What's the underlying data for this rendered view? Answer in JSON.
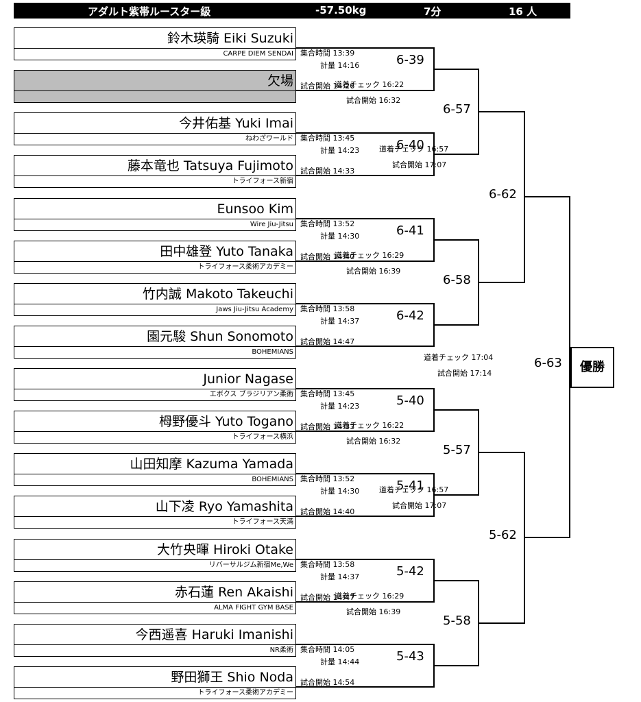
{
  "header": {
    "division": "アダルト紫帯ルースター級",
    "weight": "-57.50kg",
    "time": "7分",
    "count": "16 人"
  },
  "competitors": [
    {
      "name": "鈴木瑛騎 Eiki Suzuki",
      "team": "CARPE DIEM SENDAI",
      "bye": false
    },
    {
      "name": "欠場",
      "team": "",
      "bye": true
    },
    {
      "name": "今井佑基 Yuki Imai",
      "team": "ねわざワールド",
      "bye": false
    },
    {
      "name": "藤本竜也 Tatsuya Fujimoto",
      "team": "トライフォース新宿",
      "bye": false
    },
    {
      "name": "Eunsoo Kim",
      "team": "Wire Jiu-Jitsu",
      "bye": false
    },
    {
      "name": "田中雄登 Yuto Tanaka",
      "team": "トライフォース柔術アカデミー",
      "bye": false
    },
    {
      "name": "竹内誠 Makoto Takeuchi",
      "team": "Jaws Jiu-Jitsu Academy",
      "bye": false
    },
    {
      "name": "園元駿 Shun Sonomoto",
      "team": "BOHEMIANS",
      "bye": false
    },
    {
      "name": "Junior Nagase",
      "team": "エボクス ブラジリアン柔術",
      "bye": false
    },
    {
      "name": "栂野優斗 Yuto Togano",
      "team": "トライフォース横浜",
      "bye": false
    },
    {
      "name": "山田知摩 Kazuma Yamada",
      "team": "BOHEMIANS",
      "bye": false
    },
    {
      "name": "山下凌 Ryo Yamashita",
      "team": "トライフォース天満",
      "bye": false
    },
    {
      "name": "大竹央暉 Hiroki Otake",
      "team": "リバーサルジム新宿Me,We",
      "bye": false
    },
    {
      "name": "赤石蓮 Ren Akaishi",
      "team": "ALMA FIGHT GYM BASE",
      "bye": false
    },
    {
      "name": "今西遥喜 Haruki Imanishi",
      "team": "NR柔術",
      "bye": false
    },
    {
      "name": "野田獅王 Shio Noda",
      "team": "トライフォース柔術アカデミー",
      "bye": false
    }
  ],
  "round1": [
    {
      "match": "6-39",
      "assembly": "集合時間 13:39",
      "weigh": "計量 14:16",
      "start": "試合開始 14:26"
    },
    {
      "match": "6-40",
      "assembly": "集合時間 13:45",
      "weigh": "計量 14:23",
      "start": "試合開始 14:33"
    },
    {
      "match": "6-41",
      "assembly": "集合時間 13:52",
      "weigh": "計量 14:30",
      "start": "試合開始 14:40"
    },
    {
      "match": "6-42",
      "assembly": "集合時間 13:58",
      "weigh": "計量 14:37",
      "start": "試合開始 14:47"
    },
    {
      "match": "5-40",
      "assembly": "集合時間 13:45",
      "weigh": "計量 14:23",
      "start": "試合開始 14:33"
    },
    {
      "match": "5-41",
      "assembly": "集合時間 13:52",
      "weigh": "計量 14:30",
      "start": "試合開始 14:40"
    },
    {
      "match": "5-42",
      "assembly": "集合時間 13:58",
      "weigh": "計量 14:37",
      "start": "試合開始 14:47"
    },
    {
      "match": "5-43",
      "assembly": "集合時間 14:05",
      "weigh": "計量 14:44",
      "start": "試合開始 14:54"
    }
  ],
  "round2": [
    {
      "match": "6-57",
      "check": "道着チェック 16:22",
      "start": "試合開始 16:32"
    },
    {
      "match": "6-58",
      "check": "道着チェック 16:29",
      "start": "試合開始 16:39"
    },
    {
      "match": "5-57",
      "check": "道着チェック 16:22",
      "start": "試合開始 16:32"
    },
    {
      "match": "5-58",
      "check": "道着チェック 16:29",
      "start": "試合開始 16:39"
    }
  ],
  "round3": [
    {
      "match": "6-62",
      "check": "道着チェック 16:57",
      "start": "試合開始 17:07"
    },
    {
      "match": "5-62",
      "check": "道着チェック 16:57",
      "start": "試合開始 17:07"
    }
  ],
  "final": {
    "match": "6-63",
    "check": "道着チェック 17:04",
    "start": "試合開始 17:14",
    "winner_label": "優勝"
  }
}
